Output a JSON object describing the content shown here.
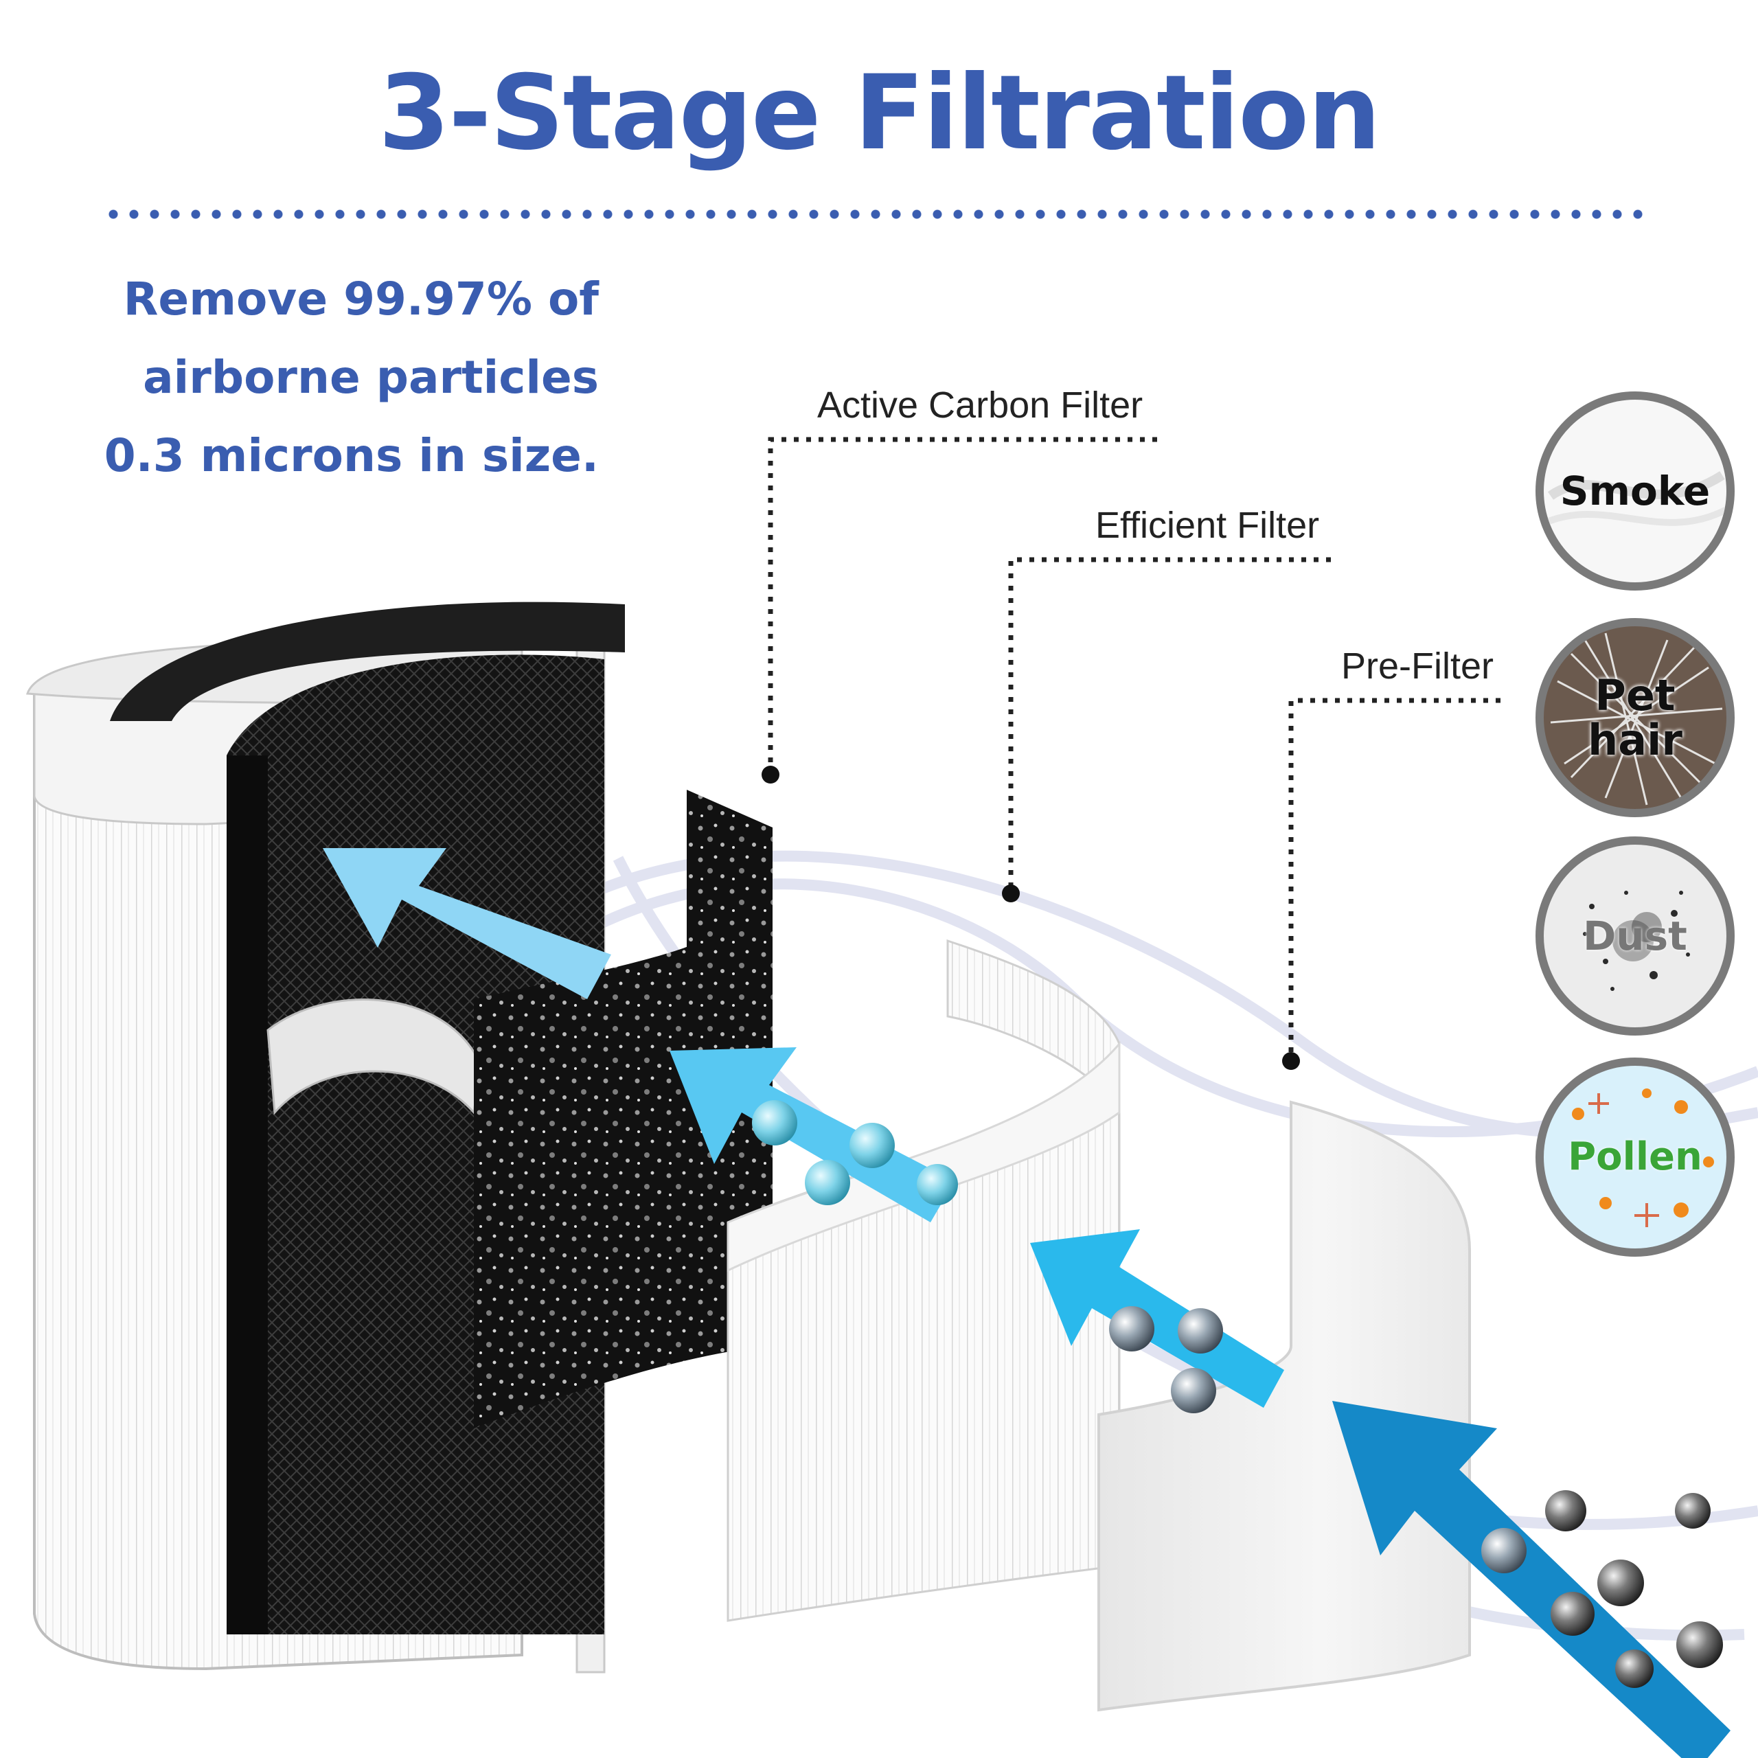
{
  "header": {
    "title": "3-Stage Filtration"
  },
  "tagline": {
    "lines": [
      "Remove 99.97% of",
      "airborne particles",
      "0.3 microns in size."
    ]
  },
  "stages": {
    "active_carbon": "Active Carbon Filter",
    "efficient": "Efficient Filter",
    "pre_filter": "Pre-Filter"
  },
  "badges": {
    "smoke": "Smoke",
    "pet_hair_line1": "Pet",
    "pet_hair_line2": "hair",
    "dust": "Dust",
    "pollen": "Pollen"
  },
  "colors": {
    "title_blue": "#3a5db0",
    "arrow_light": "#8fd6f5",
    "arrow_mid": "#3fc0ee",
    "arrow_dark": "#1589c8",
    "badge_ring": "#7a7a7a",
    "pollen_green": "#3aa537"
  }
}
